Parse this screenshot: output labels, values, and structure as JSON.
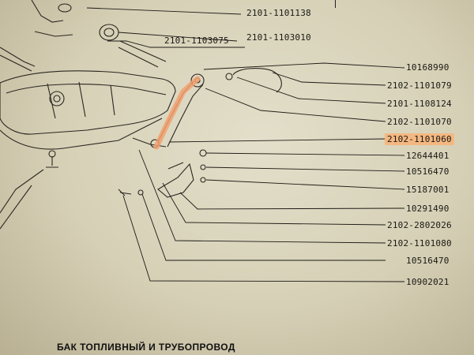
{
  "part_numbers": [
    {
      "id": "p1",
      "text": "2101-1101138"
    },
    {
      "id": "p2",
      "text": "2101-1103075"
    },
    {
      "id": "p3",
      "text": "2101-1103010"
    },
    {
      "id": "p4",
      "text": "10168990"
    },
    {
      "id": "p5",
      "text": "2102-1101079"
    },
    {
      "id": "p6",
      "text": "2101-1108124"
    },
    {
      "id": "p7",
      "text": "2102-1101070"
    },
    {
      "id": "p8",
      "text": "2102-1101060",
      "highlighted": true
    },
    {
      "id": "p9",
      "text": "12644401"
    },
    {
      "id": "p10",
      "text": "10516470"
    },
    {
      "id": "p11",
      "text": "15187001"
    },
    {
      "id": "p12",
      "text": "10291490"
    },
    {
      "id": "p13",
      "text": "2102-2802026"
    },
    {
      "id": "p14",
      "text": "2102-1101080"
    },
    {
      "id": "p15",
      "text": "10516470"
    },
    {
      "id": "p16",
      "text": "10902021"
    }
  ],
  "caption": "БАК ТОПЛИВНЫЙ И ТРУБОПРОВОД",
  "colors": {
    "highlight": "#f4b781",
    "tube_fill": "#f2a06e",
    "ink": "#1a1814"
  }
}
